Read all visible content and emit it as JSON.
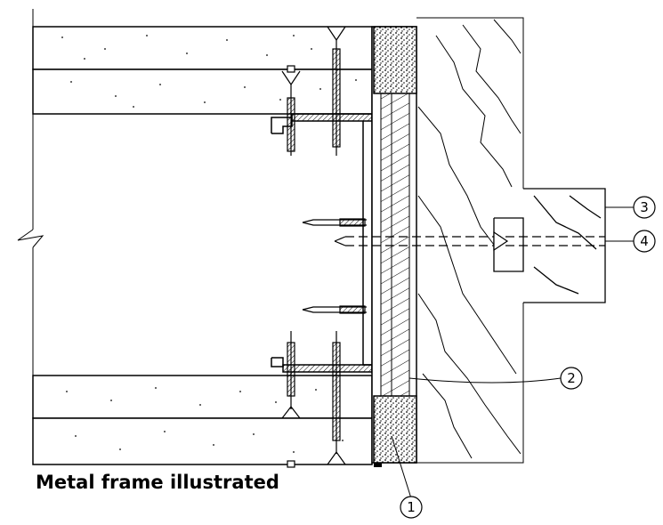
{
  "caption": "Metal frame illustrated",
  "callouts": [
    {
      "id": "callout-1",
      "label": "1"
    },
    {
      "id": "callout-2",
      "label": "2"
    },
    {
      "id": "callout-3",
      "label": "3"
    },
    {
      "id": "callout-4",
      "label": "4"
    }
  ],
  "colors": {
    "line": "#000000",
    "background": "#ffffff",
    "membrane": "#000000"
  }
}
